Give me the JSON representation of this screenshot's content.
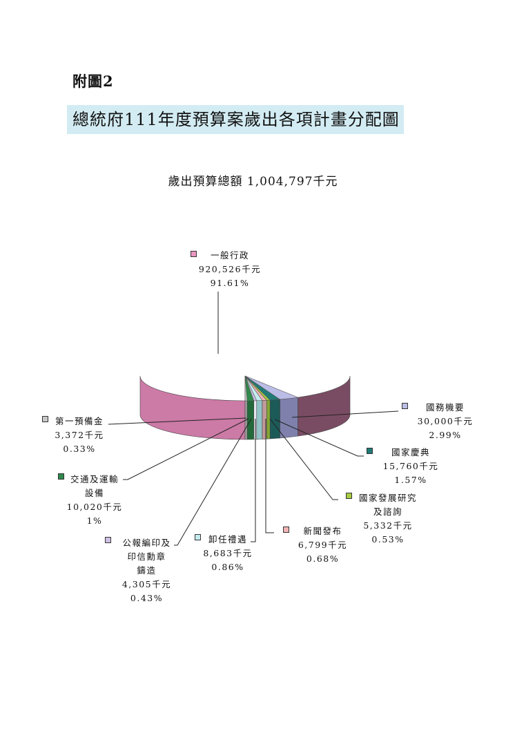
{
  "figure_number": "附圖2",
  "title": "總統府111年度預算案歲出各項計畫分配圖",
  "chart_data": {
    "type": "pie",
    "title": "歲出預算總額 1,004,797千元",
    "unit": "千元",
    "total": 1004797,
    "slices": [
      {
        "name": "一般行政",
        "name_lines": [
          "一般行政"
        ],
        "value": 920526,
        "value_label": "920,526千元",
        "percent": 91.61,
        "percent_label": "91.61%",
        "color": "#e996c1",
        "side": "#cc7aa6"
      },
      {
        "name": "第一預備金",
        "name_lines": [
          "第一預備金"
        ],
        "value": 3372,
        "value_label": "3,372千元",
        "percent": 0.33,
        "percent_label": "0.33%",
        "color": "#c8c8c8",
        "side": "#a0a0a0"
      },
      {
        "name": "交通及運輸設備",
        "name_lines": [
          "交通及運輸",
          "設備"
        ],
        "value": 10020,
        "value_label": "10,020千元",
        "percent": 1,
        "percent_label": "1%",
        "color": "#2f8a4c",
        "side": "#236a3a"
      },
      {
        "name": "公報編印及印信勳章鑄造",
        "name_lines": [
          "公報編印及",
          "印信勳章",
          "鑄造"
        ],
        "value": 4305,
        "value_label": "4,305千元",
        "percent": 0.43,
        "percent_label": "0.43%",
        "color": "#cfc0e6",
        "side": "#e6e6ee"
      },
      {
        "name": "卸任禮遇",
        "name_lines": [
          "卸任禮遇"
        ],
        "value": 8683,
        "value_label": "8,683千元",
        "percent": 0.86,
        "percent_label": "0.86%",
        "color": "#c4ecef",
        "side": "#92c4c8"
      },
      {
        "name": "新聞發布",
        "name_lines": [
          "新聞發布"
        ],
        "value": 6799,
        "value_label": "6,799千元",
        "percent": 0.68,
        "percent_label": "0.68%",
        "color": "#f2b4b4",
        "side": "#c29a9a"
      },
      {
        "name": "國家發展研究及諮詢",
        "name_lines": [
          "國家發展研究",
          "及諮詢"
        ],
        "value": 5332,
        "value_label": "5,332千元",
        "percent": 0.53,
        "percent_label": "0.53%",
        "color": "#a8cc44",
        "side": "#84a834"
      },
      {
        "name": "國家慶典",
        "name_lines": [
          "國家慶典"
        ],
        "value": 15760,
        "value_label": "15,760千元",
        "percent": 1.57,
        "percent_label": "1.57%",
        "color": "#217a76",
        "side": "#1c5a58"
      },
      {
        "name": "國務機要",
        "name_lines": [
          "國務機要"
        ],
        "value": 30000,
        "value_label": "30,000千元",
        "percent": 2.99,
        "percent_label": "2.99%",
        "color": "#bcbde6",
        "side": "#7f80ac"
      }
    ]
  }
}
